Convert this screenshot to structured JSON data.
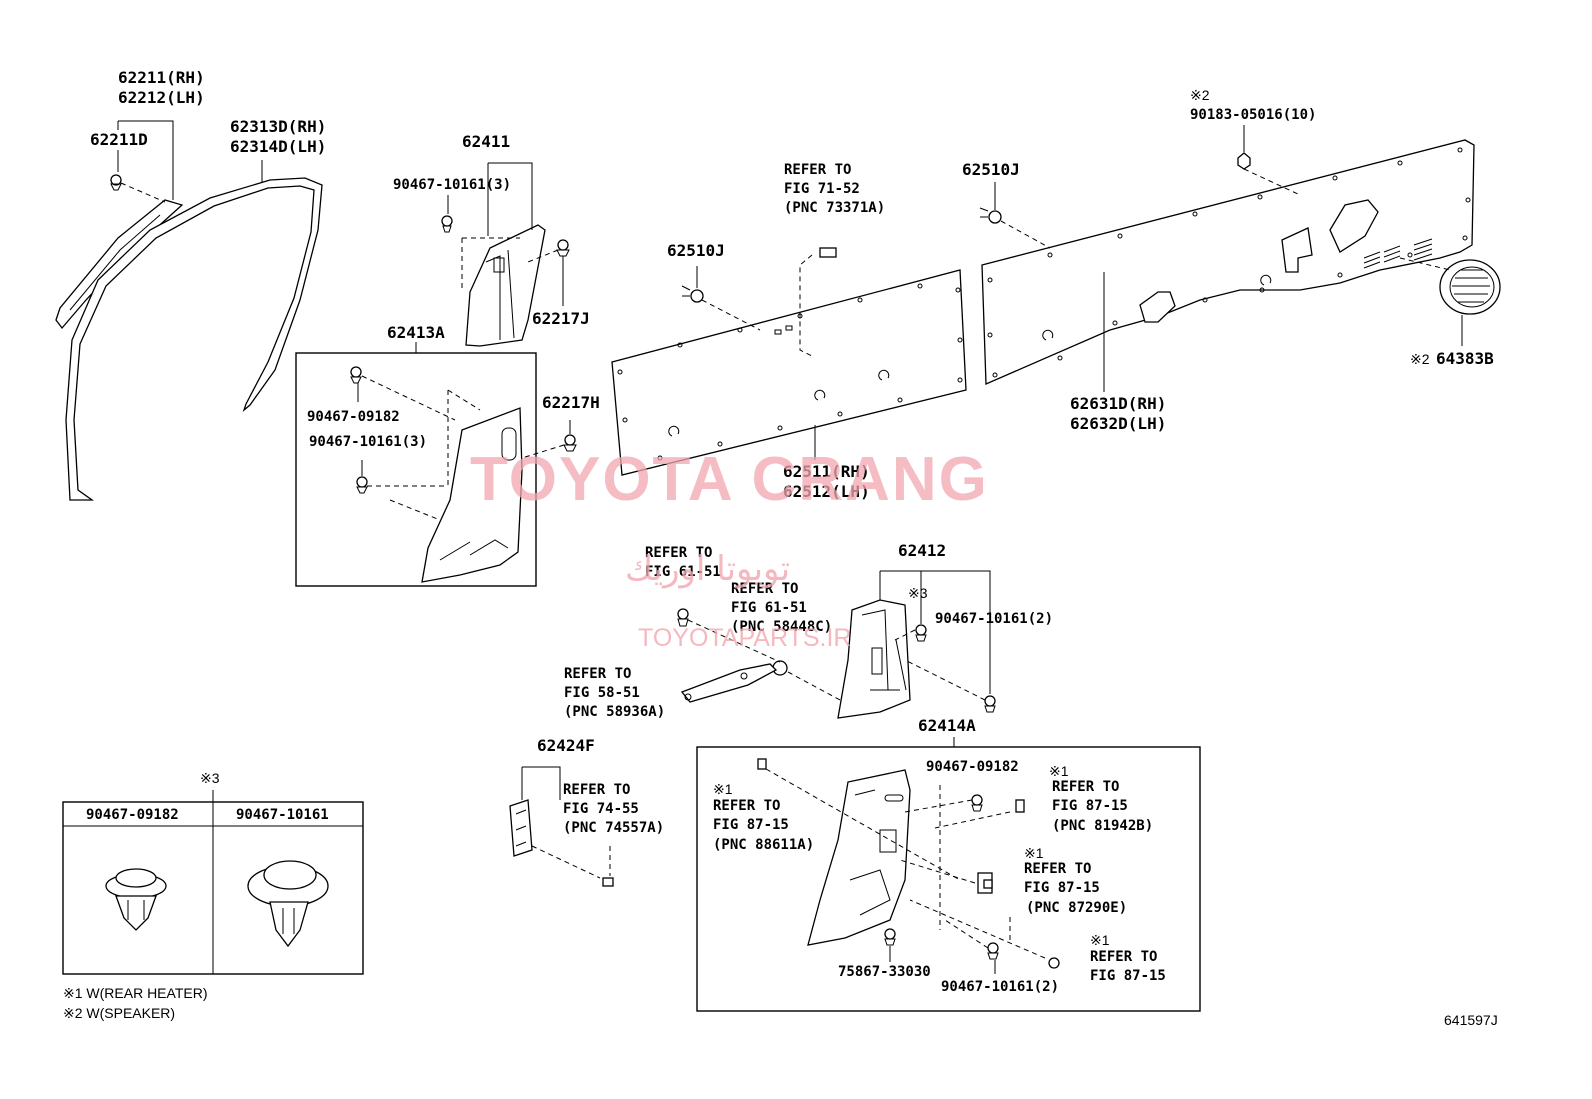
{
  "labels": {
    "pillar_a_rh": "62211(RH)",
    "pillar_a_lh": "62212(LH)",
    "clip_62211d": "62211D",
    "weather_rh": "62313D(RH)",
    "weather_lh": "62314D(LH)",
    "p62411": "62411",
    "clip_10161_3_top": "90467-10161(3)",
    "p62217j": "62217J",
    "p62413a": "62413A",
    "clip_09182_a": "90467-09182",
    "clip_10161_3_box": "90467-10161(3)",
    "p62217h": "62217H",
    "ref_71_52_l1": "REFER TO",
    "ref_71_52_l2": "FIG 71-52",
    "ref_71_52_l3": "(PNC 73371A)",
    "p62510j_left": "62510J",
    "p62510j_right": "62510J",
    "panel_rh": "62511(RH)",
    "panel_lh": "62512(LH)",
    "note2_mark": "※2",
    "bolt_05016": "90183-05016(10)",
    "rear_rh": "62631D(RH)",
    "rear_lh": "62632D(LH)",
    "speaker_mark": "※2",
    "speaker_grille": "64383B",
    "p62412": "62412",
    "ref_61_51a_l1": "REFER TO",
    "ref_61_51a_l2": "FIG 61-51",
    "ref_61_51b_l1": "REFER TO",
    "ref_61_51b_l2": "FIG 61-51",
    "ref_61_51b_l3": "(PNC 58448C)",
    "mark3": "※3",
    "clip_10161_2_top": "90467-10161(2)",
    "ref_58_51_l1": "REFER TO",
    "ref_58_51_l2": "FIG 58-51",
    "ref_58_51_l3": "(PNC 58936A)",
    "p62414a": "62414A",
    "p62424f": "62424F",
    "ref_74_55_l1": "REFER TO",
    "ref_74_55_l2": "FIG 74-55",
    "ref_74_55_l3": "(PNC 74557A)",
    "ref_88611_mark": "※1",
    "ref_88611_l1": "REFER TO",
    "ref_88611_l2": "FIG 87-15",
    "ref_88611_l3": "(PNC 88611A)",
    "clip_09182_b": "90467-09182",
    "ref_81942_mark": "※1",
    "ref_81942_l1": "REFER TO",
    "ref_81942_l2": "FIG 87-15",
    "ref_81942_l3": "(PNC 81942B)",
    "ref_87290_mark": "※1",
    "ref_87290_l1": "REFER TO",
    "ref_87290_l2": "FIG 87-15",
    "ref_87290_l3": "(PNC 87290E)",
    "ref_87_mark": "※1",
    "ref_87_l1": "REFER TO",
    "ref_87_l2": "FIG 87-15",
    "p75867": "75867-33030",
    "clip_10161_2_box": "90467-10161(2)"
  },
  "legend_table": {
    "mark": "※3",
    "col1": "90467-09182",
    "col2": "90467-10161"
  },
  "footnotes": {
    "note1": "※1 W(REAR HEATER)",
    "note2": "※2 W(SPEAKER)"
  },
  "figure_id": "641597J",
  "watermarks": {
    "main": "TOYOTA CRANG",
    "arabic": "تويوتا اوريك",
    "site": "TOYOTAPARTS.IR"
  }
}
